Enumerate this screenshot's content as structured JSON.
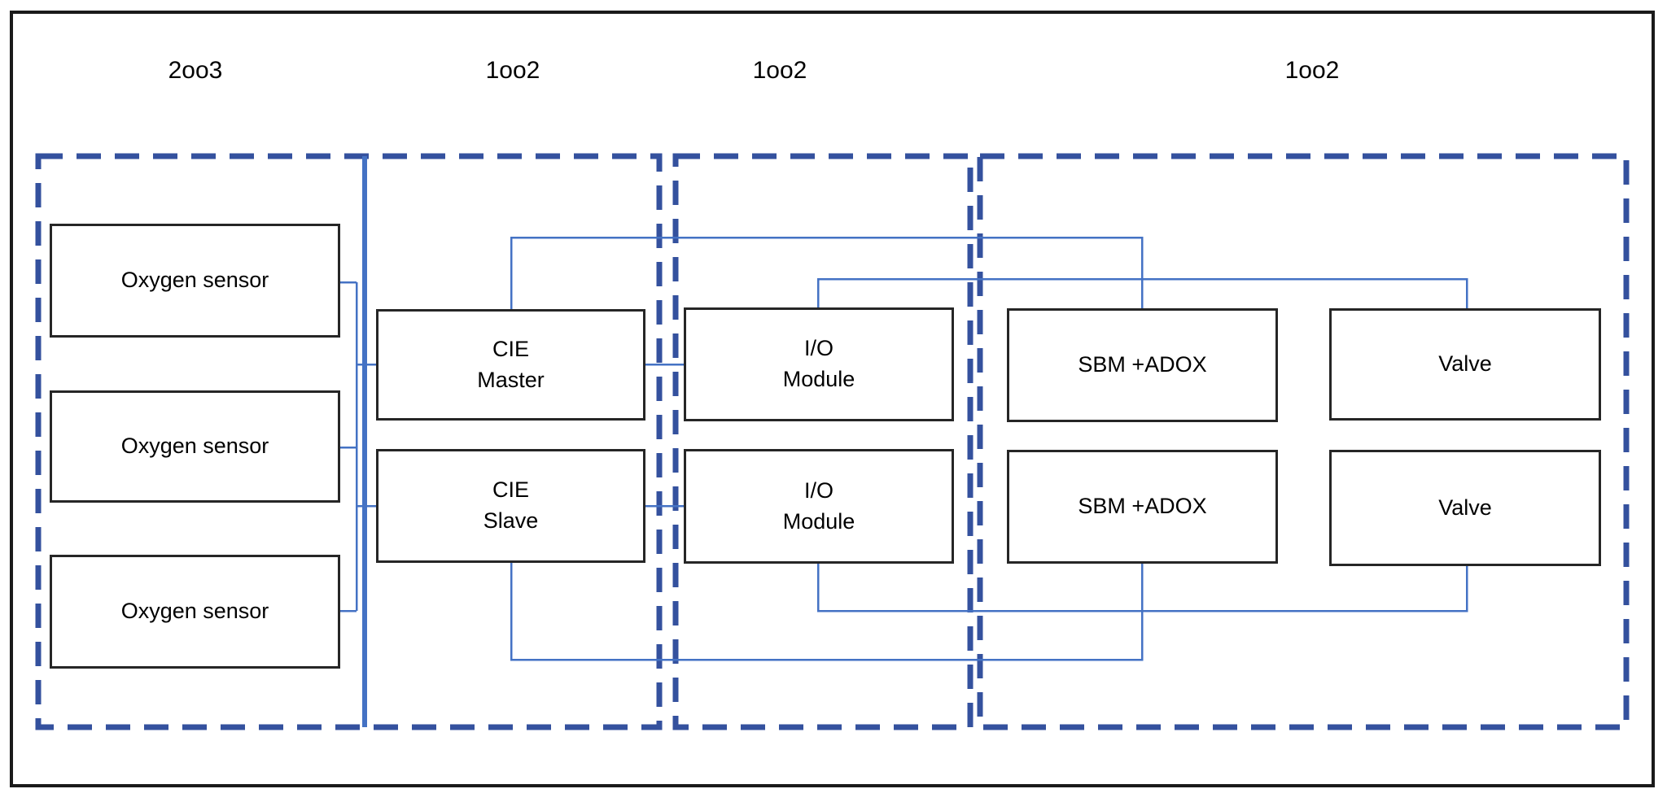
{
  "diagram": {
    "title_none": "",
    "groups": [
      {
        "label": "2oo3"
      },
      {
        "label": "1oo2"
      },
      {
        "label": "1oo2"
      },
      {
        "label": "1oo2"
      }
    ],
    "nodes": {
      "oxygen1": {
        "label": "Oxygen sensor"
      },
      "oxygen2": {
        "label": "Oxygen sensor"
      },
      "oxygen3": {
        "label": "Oxygen sensor"
      },
      "cie_master": {
        "label": "CIE\nMaster"
      },
      "cie_slave": {
        "label": "CIE\nSlave"
      },
      "io_module_1": {
        "label": "I/O\nModule"
      },
      "io_module_2": {
        "label": "I/O\nModule"
      },
      "sbm_1": {
        "label": "SBM +ADOX"
      },
      "sbm_2": {
        "label": "SBM +ADOX"
      },
      "valve_1": {
        "label": "Valve"
      },
      "valve_2": {
        "label": "Valve"
      }
    },
    "colors": {
      "group_dash": "#34519e",
      "connector": "#4472c4",
      "box_border": "#262626",
      "text": "#000000",
      "background": "#ffffff",
      "outer_border": "#1a1a1a"
    }
  }
}
